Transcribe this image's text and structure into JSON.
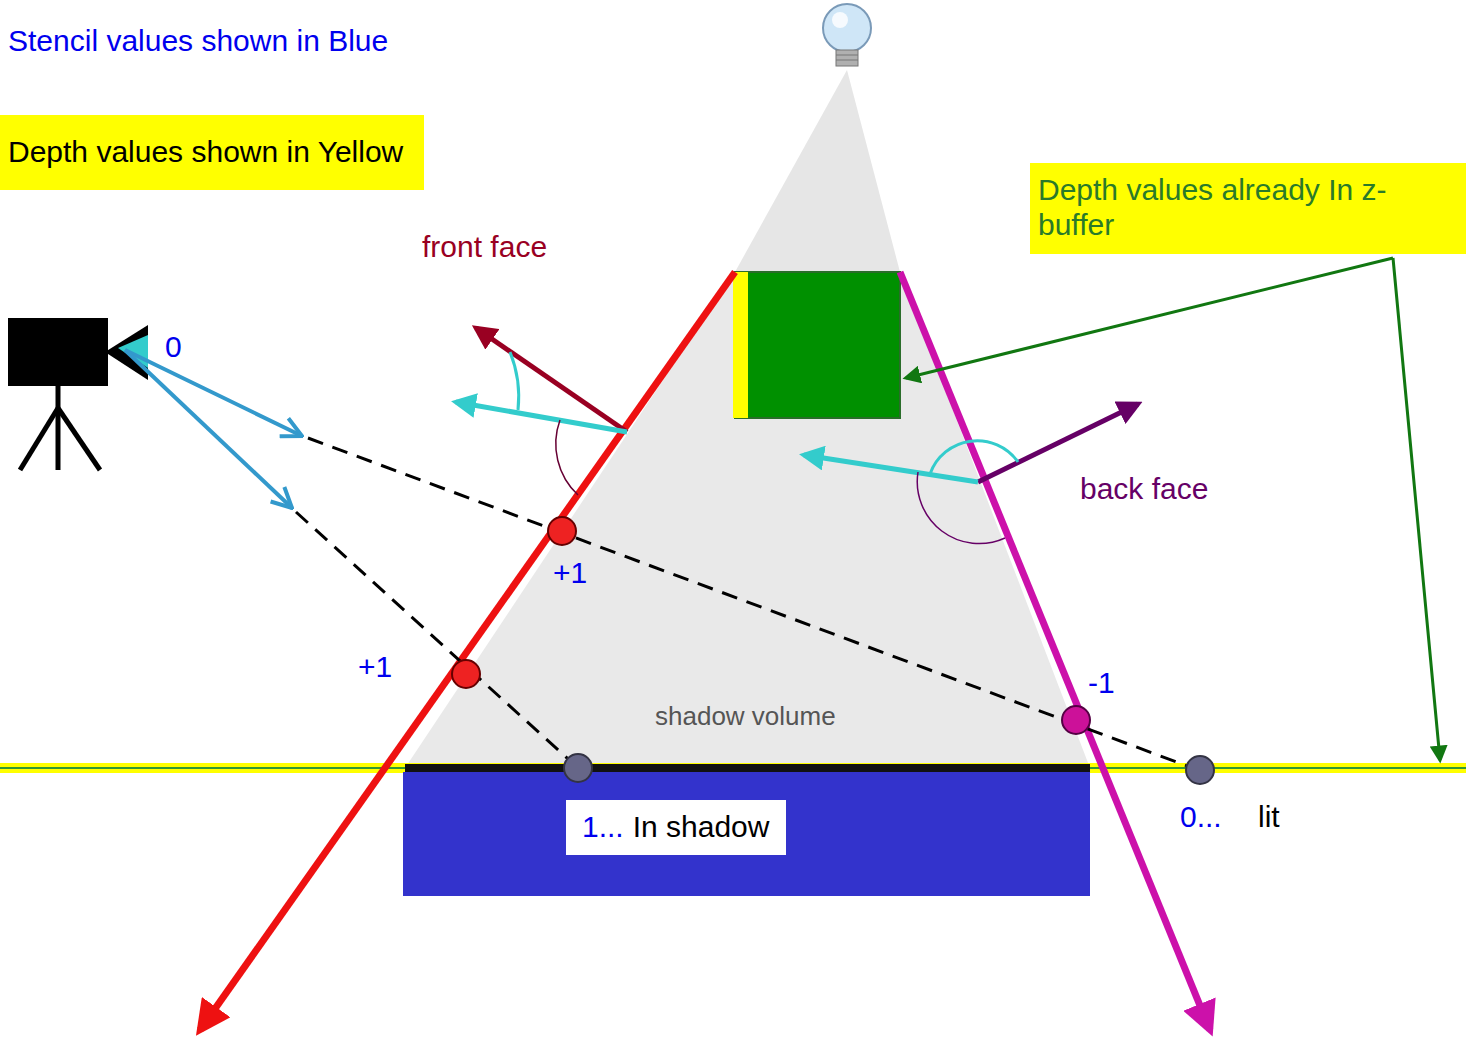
{
  "diagram": {
    "nodes": [
      {
        "text": [
          "Depth values shown in Yellow"
        ]
      },
      {
        "text": [
          "Depth values already In z-buffer"
        ]
      },
      {
        "text": [
          "1...",
          "In shadow"
        ]
      }
    ],
    "labels": [
      "Stencil values shown in Blue",
      "front face",
      "back face",
      "0",
      "+1",
      "+1",
      "-1",
      "shadow volume",
      "0...",
      "lit"
    ]
  }
}
